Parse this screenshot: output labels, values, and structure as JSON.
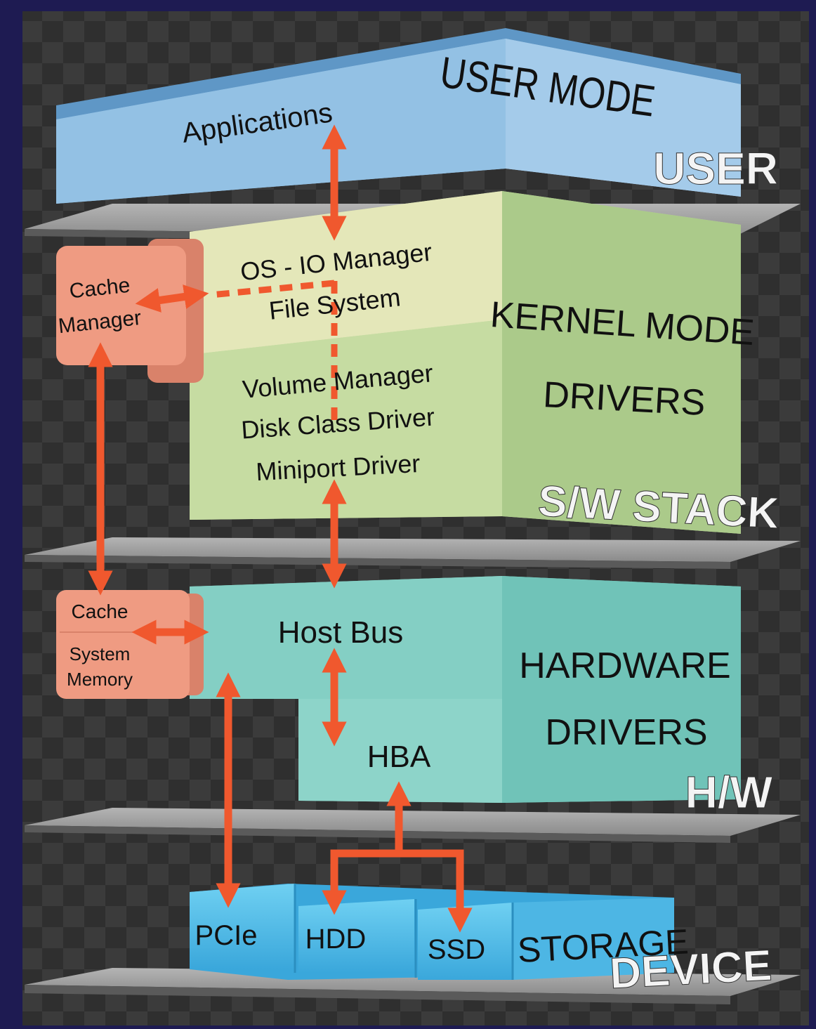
{
  "layers": {
    "user": "USER",
    "sw_stack": "S/W STACK",
    "hw": "H/W",
    "device": "DEVICE"
  },
  "user_mode": {
    "title": "USER MODE",
    "applications": "Applications"
  },
  "kernel_mode": {
    "title_line1": "KERNEL MODE",
    "title_line2": "DRIVERS",
    "io_manager": "OS - IO Manager",
    "file_system": "File System",
    "volume_manager": "Volume Manager",
    "disk_class_driver": "Disk Class Driver",
    "miniport_driver": "Miniport Driver"
  },
  "cache_manager": {
    "line1": "Cache",
    "line2": "Manager"
  },
  "cache_memory": {
    "cache": "Cache",
    "system_line1": "System",
    "system_line2": "Memory"
  },
  "hardware": {
    "title_line1": "HARDWARE",
    "title_line2": "DRIVERS",
    "host_bus": "Host Bus",
    "hba": "HBA"
  },
  "storage": {
    "title": "STORAGE",
    "pcie": "PCIe",
    "hdd": "HDD",
    "ssd": "SSD"
  },
  "colors": {
    "background": "#1e1b52",
    "checker_dark": "#2f2f2f",
    "checker_light": "#3d3d3d",
    "user_blue": "#8fbde2",
    "kernel_yellow": "#e4e7b9",
    "kernel_green": "#bcd69b",
    "kernel_side": "#a9c98a",
    "hardware_teal": "#7ccbc0",
    "cache_salmon": "#ef9b82",
    "storage_cyan": "#5bc0ea",
    "arrow_orange": "#f0582e",
    "platform_grey": "#8c8c8c"
  }
}
